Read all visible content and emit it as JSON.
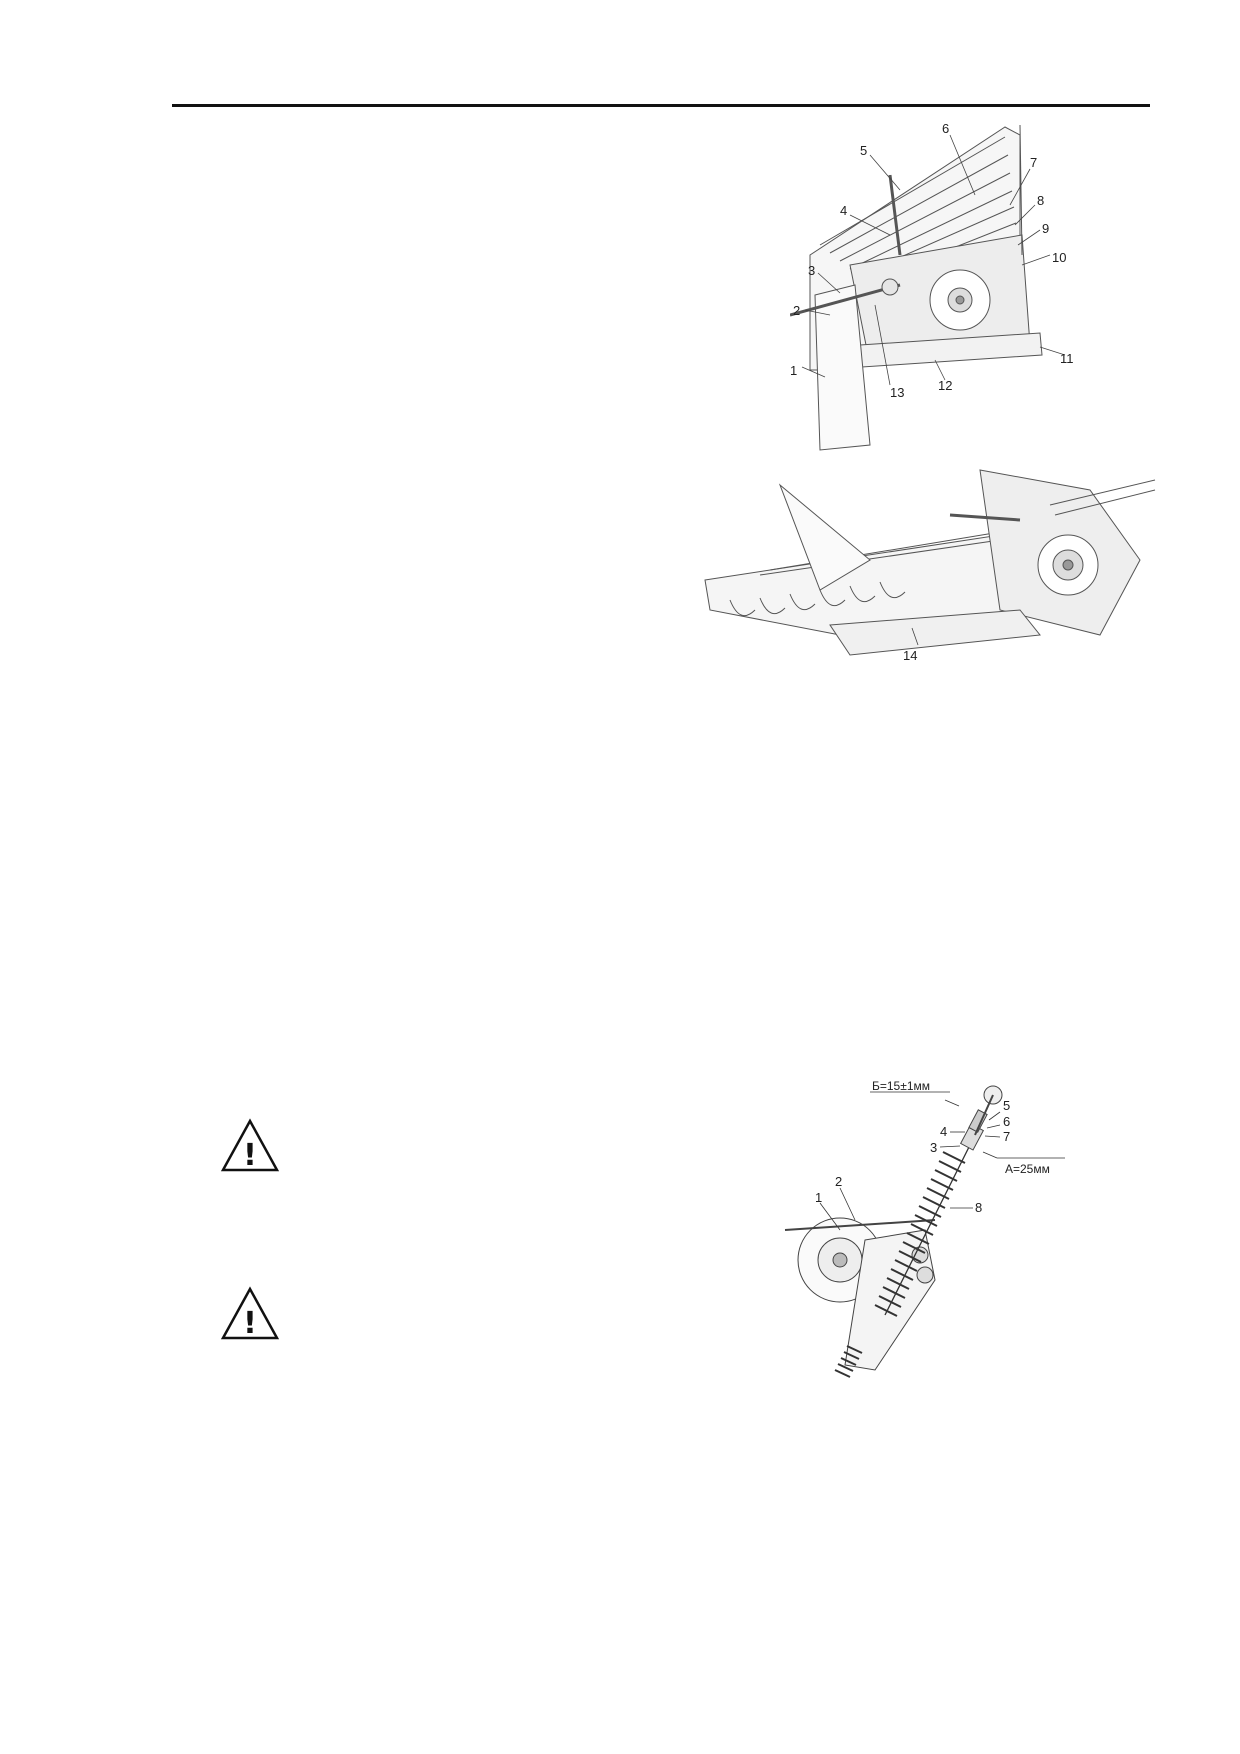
{
  "figure_top": {
    "callouts": [
      "1",
      "2",
      "3",
      "4",
      "5",
      "6",
      "7",
      "8",
      "9",
      "10",
      "11",
      "12",
      "13"
    ]
  },
  "figure_middle": {
    "callouts": [
      "14"
    ]
  },
  "figure_spring": {
    "callouts": [
      "1",
      "2",
      "3",
      "4",
      "5",
      "6",
      "7",
      "8"
    ],
    "dimension_b": "Б=15±1мм",
    "dimension_a": "А=25мм"
  },
  "warnings": [
    {
      "icon": "warning-triangle-icon",
      "mark": "!"
    },
    {
      "icon": "warning-triangle-icon",
      "mark": "!"
    }
  ]
}
